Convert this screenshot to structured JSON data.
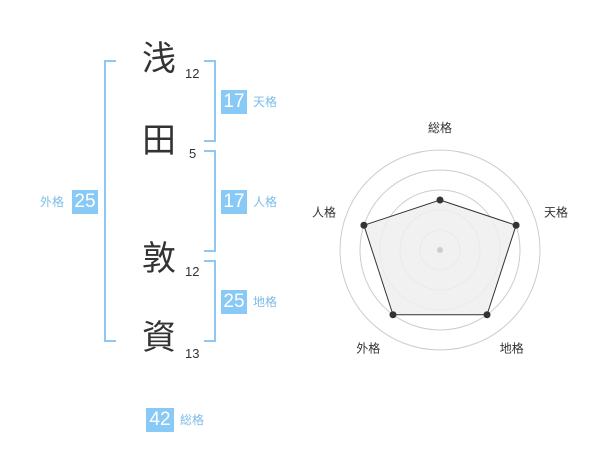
{
  "name": {
    "chars": [
      {
        "char": "浅",
        "strokes": "12"
      },
      {
        "char": "田",
        "strokes": "5"
      },
      {
        "char": "敦",
        "strokes": "12"
      },
      {
        "char": "資",
        "strokes": "13"
      }
    ]
  },
  "fortune": {
    "tenkaku": {
      "value": "17",
      "label": "天格"
    },
    "jinkaku": {
      "value": "17",
      "label": "人格"
    },
    "chikaku": {
      "value": "25",
      "label": "地格"
    },
    "gaikaku": {
      "value": "25",
      "label": "外格"
    },
    "soukaku": {
      "value": "42",
      "label": "総格"
    }
  },
  "chart_data": {
    "type": "radar",
    "axes": [
      "総格",
      "天格",
      "地格",
      "外格",
      "人格"
    ],
    "rings": 5,
    "values": [
      2.5,
      4.0,
      4.0,
      4.0,
      4.0
    ],
    "max": 5,
    "colors": {
      "fill": "#eeeeee",
      "stroke": "#333333",
      "grid": "#cccccc"
    }
  }
}
